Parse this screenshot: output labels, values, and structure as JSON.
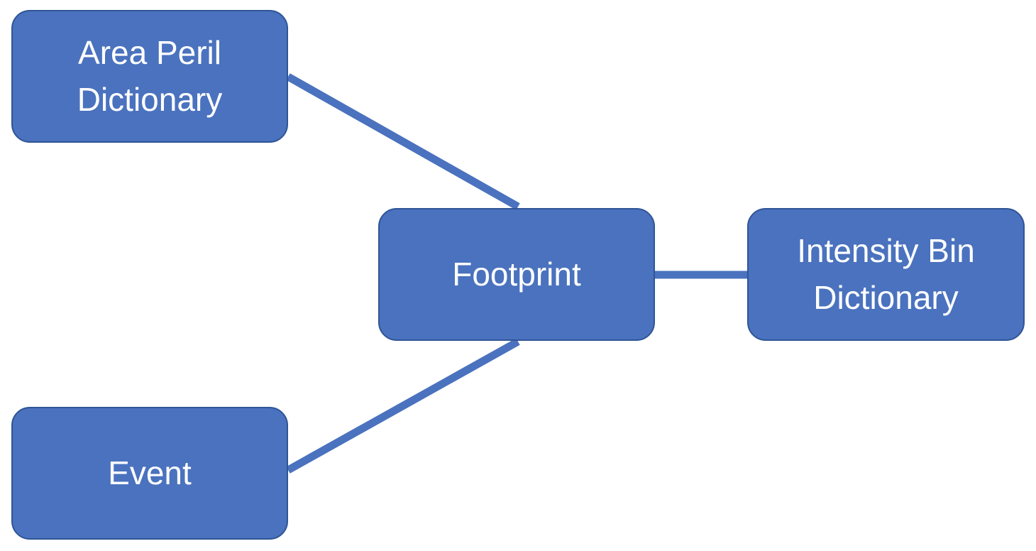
{
  "colors": {
    "node_fill": "#4a72be",
    "node_border": "#2f5597",
    "connector": "#4a72be",
    "text": "#ffffff",
    "background": "#ffffff"
  },
  "nodes": {
    "area_peril": {
      "label": "Area Peril Dictionary"
    },
    "footprint": {
      "label": "Footprint"
    },
    "intensity_bin": {
      "label": "Intensity Bin Dictionary"
    },
    "event": {
      "label": "Event"
    }
  },
  "edges": [
    {
      "from": "area_peril",
      "to": "footprint"
    },
    {
      "from": "event",
      "to": "footprint"
    },
    {
      "from": "footprint",
      "to": "intensity_bin"
    }
  ]
}
